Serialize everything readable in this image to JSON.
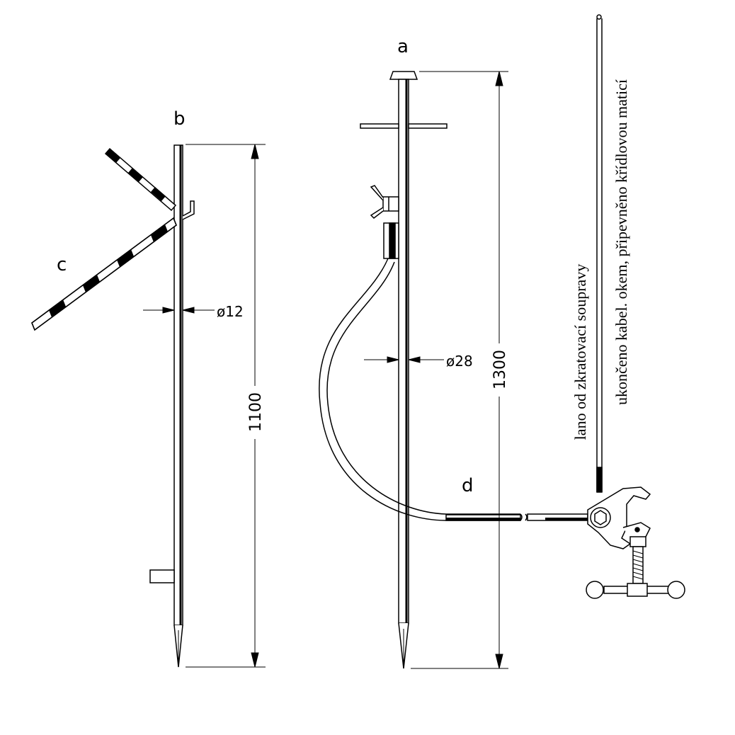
{
  "labels": {
    "a": "a",
    "b": "b",
    "c": "c",
    "d": "d"
  },
  "dimensions": {
    "left_rod_length": "1100",
    "left_rod_diameter": "ø12",
    "right_rod_length": "1300",
    "right_rod_diameter": "ø28"
  },
  "notes": {
    "rope": "lano od zkratovací soupravy",
    "cable_end": "ukončeno kabel. okem, připevněno křídlovou maticí"
  },
  "colors": {
    "ink": "#000000",
    "paper": "#ffffff"
  }
}
